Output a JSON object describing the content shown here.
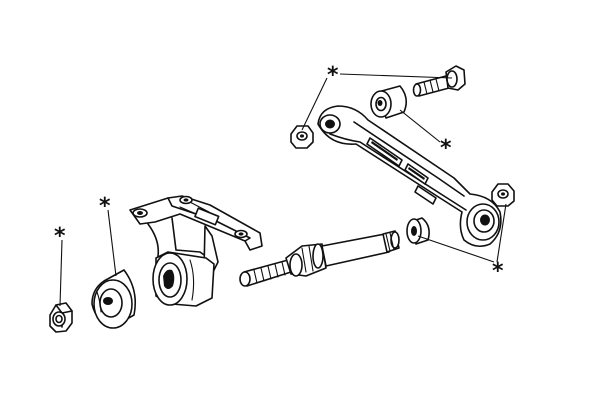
{
  "diagram": {
    "marker_symbol": "*",
    "parts": [
      "nut-left",
      "bushing-sleeve",
      "bracket",
      "stud-shaft",
      "link-arm",
      "bolt-top",
      "bushing-top",
      "nut-top",
      "washer-right",
      "nut-right"
    ],
    "callouts": [
      {
        "name": "callout-nut-left",
        "symbol": "*"
      },
      {
        "name": "callout-bushing-sleeve",
        "symbol": "*"
      },
      {
        "name": "callout-bolt-and-nut",
        "symbol": "*"
      },
      {
        "name": "callout-bushing-top",
        "symbol": "*"
      },
      {
        "name": "callout-washer-and-nut",
        "symbol": "*"
      }
    ]
  }
}
